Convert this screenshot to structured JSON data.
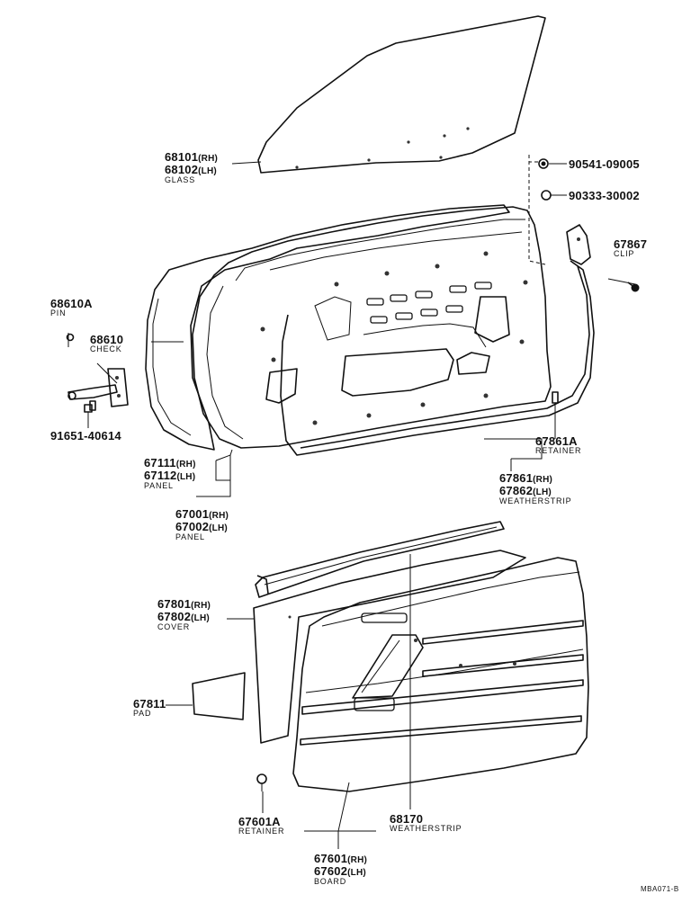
{
  "parts": {
    "glass": {
      "no_rh": "68101",
      "sfx_rh": "(RH)",
      "no_lh": "68102",
      "sfx_lh": "(LH)",
      "name": "GLASS"
    },
    "p90541": {
      "no": "90541-09005"
    },
    "p90333": {
      "no": "90333-30002"
    },
    "clip": {
      "no": "67867",
      "name": "CLIP"
    },
    "pin": {
      "no": "68610A",
      "name": "PIN"
    },
    "check": {
      "no": "68610",
      "name": "CHECK"
    },
    "bolt": {
      "no": "91651-40614"
    },
    "inner_panel": {
      "no_rh": "67111",
      "sfx_rh": "(RH)",
      "no_lh": "67112",
      "sfx_lh": "(LH)",
      "name": "PANEL"
    },
    "retainer_a": {
      "no": "67861A",
      "name": "RETAINER"
    },
    "weatherstrip_door": {
      "no_rh": "67861",
      "sfx_rh": "(RH)",
      "no_lh": "67862",
      "sfx_lh": "(LH)",
      "name": "WEATHERSTRIP"
    },
    "panel": {
      "no_rh": "67001",
      "sfx_rh": "(RH)",
      "no_lh": "67002",
      "sfx_lh": "(LH)",
      "name": "PANEL"
    },
    "cover": {
      "no_rh": "67801",
      "sfx_rh": "(RH)",
      "no_lh": "67802",
      "sfx_lh": "(LH)",
      "name": "COVER"
    },
    "pad": {
      "no": "67811",
      "name": "PAD"
    },
    "retainer_board": {
      "no": "67601A",
      "name": "RETAINER"
    },
    "weatherstrip_belt": {
      "no": "68170",
      "name": "WEATHERSTRIP"
    },
    "board": {
      "no_rh": "67601",
      "sfx_rh": "(RH)",
      "no_lh": "67602",
      "sfx_lh": "(LH)",
      "name": "BOARD"
    }
  },
  "figure_code": "MBA071-B"
}
